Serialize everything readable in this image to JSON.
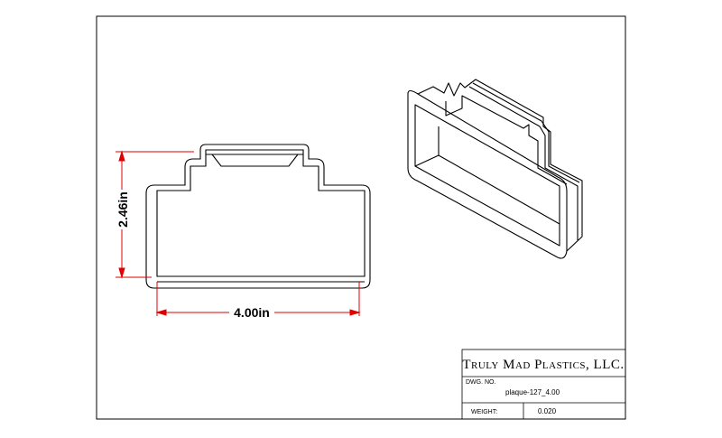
{
  "dimensions": {
    "width_label": "4.00in",
    "height_label": "2.46in",
    "dimension_color": "#e00000"
  },
  "title_block": {
    "company": "Truly Mad Plastics, LLC.",
    "dwg_no_label": "DWG. NO.",
    "dwg_no_value": "plaque-127_4.00",
    "weight_label": "WEIGHT:",
    "weight_value": "0.020"
  }
}
